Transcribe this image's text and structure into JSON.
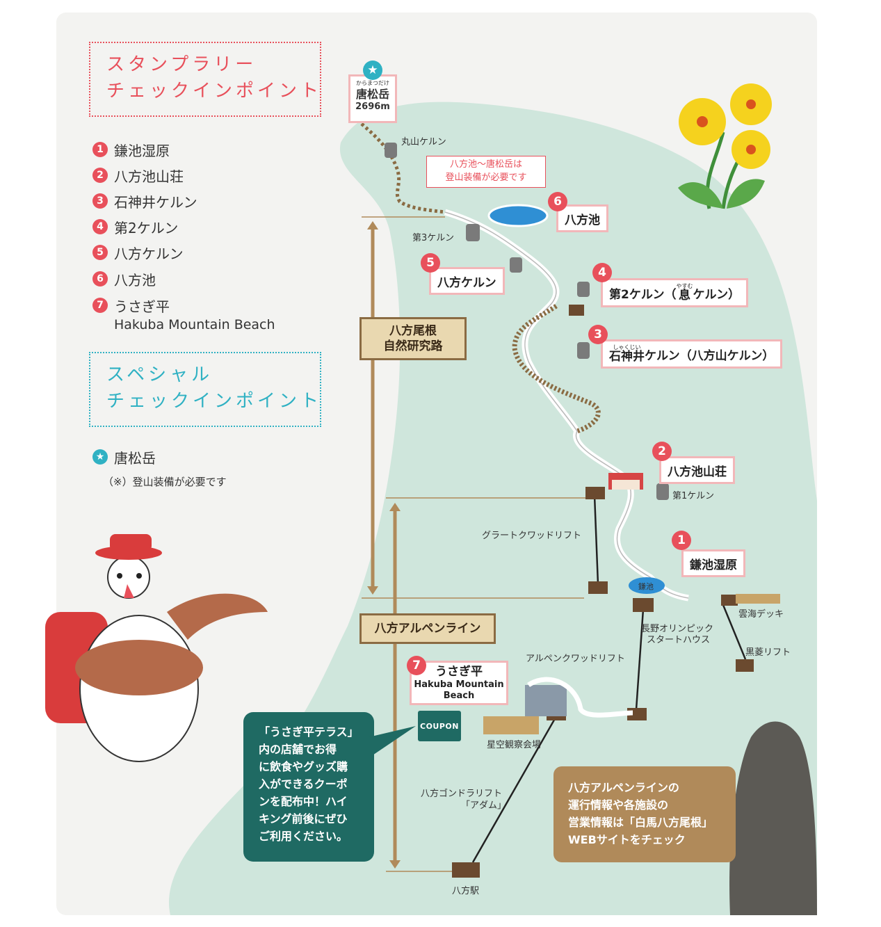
{
  "legend": {
    "stamp_title_1": "スタンプラリー",
    "stamp_title_2": "チェックインポイント",
    "items": [
      {
        "num": "1",
        "label": "鎌池湿原"
      },
      {
        "num": "2",
        "label": "八方池山荘"
      },
      {
        "num": "3",
        "label": "石神井ケルン"
      },
      {
        "num": "4",
        "label": "第2ケルン"
      },
      {
        "num": "5",
        "label": "八方ケルン"
      },
      {
        "num": "6",
        "label": "八方池"
      },
      {
        "num": "7",
        "label": "うさぎ平",
        "sub": "Hakuba Mountain Beach"
      }
    ],
    "special_title_1": "スペシャル",
    "special_title_2": "チェックインポイント",
    "special_item": "唐松岳",
    "special_icon": "star-icon",
    "special_note": "（※）登山装備が必要です"
  },
  "peak": {
    "ruby": "からまつだけ",
    "name": "唐松岳",
    "elevation": "2696m"
  },
  "warning": {
    "line1": "八方池〜唐松岳は",
    "line2": "登山装備が必要です"
  },
  "checkpoints": {
    "cp6": {
      "num": "6",
      "label": "八方池"
    },
    "cp5": {
      "num": "5",
      "label": "八方ケルン"
    },
    "cp4": {
      "num": "4",
      "label_a": "第2ケルン（",
      "ruby": "やすむ",
      "ruby_base": "息",
      "label_b": "ケルン）"
    },
    "cp3": {
      "num": "3",
      "ruby": "しゃくじい",
      "ruby_base": "石神井",
      "label_b": "ケルン（八方山ケルン）"
    },
    "cp2": {
      "num": "2",
      "label": "八方池山荘"
    },
    "cp1": {
      "num": "1",
      "label": "鎌池湿原"
    },
    "cp7": {
      "num": "7",
      "label": "うさぎ平",
      "sub1": "Hakuba Mountain",
      "sub2": "Beach"
    }
  },
  "places": {
    "maruyama": "丸山ケルン",
    "dai3": "第3ケルン",
    "dai1": "第1ケルン",
    "grat": "グラートクワッドリフト",
    "kamaike": "鎌池",
    "olympic1": "長野オリンピック",
    "olympic2": "スタートハウス",
    "unkai": "雲海デッキ",
    "kurobishi": "黒菱リフト",
    "alpen_lift": "アルペンクワッドリフト",
    "hoshizora": "星空観察会場",
    "gondola1": "八方ゴンドラリフト",
    "gondola2": "「アダム」",
    "happo_eki": "八方駅"
  },
  "signs": {
    "trail_1": "八方尾根",
    "trail_2": "自然研究路",
    "alpen_line": "八方アルペンライン"
  },
  "coupon": {
    "label": "COUPON"
  },
  "bubble": {
    "lines": [
      "「うさぎ平テラス」",
      "内の店舗でお得",
      "に飲食やグッズ購",
      "入ができるクーポ",
      "ンを配布中！ハイ",
      "キング前後にぜひ",
      "ご利用ください。"
    ]
  },
  "info": {
    "lines": [
      "八方アルペンラインの",
      "運行情報や各施設の",
      "営業情報は「白馬八方尾根」",
      "WEBサイトをチェック"
    ]
  },
  "colors": {
    "accent_red": "#e8505b",
    "accent_teal": "#2fb1c3",
    "mountain": "#cfe6dc",
    "wood": "#8a6b43",
    "coupon_green": "#1f6a63",
    "info_brown": "#b08a5a"
  }
}
